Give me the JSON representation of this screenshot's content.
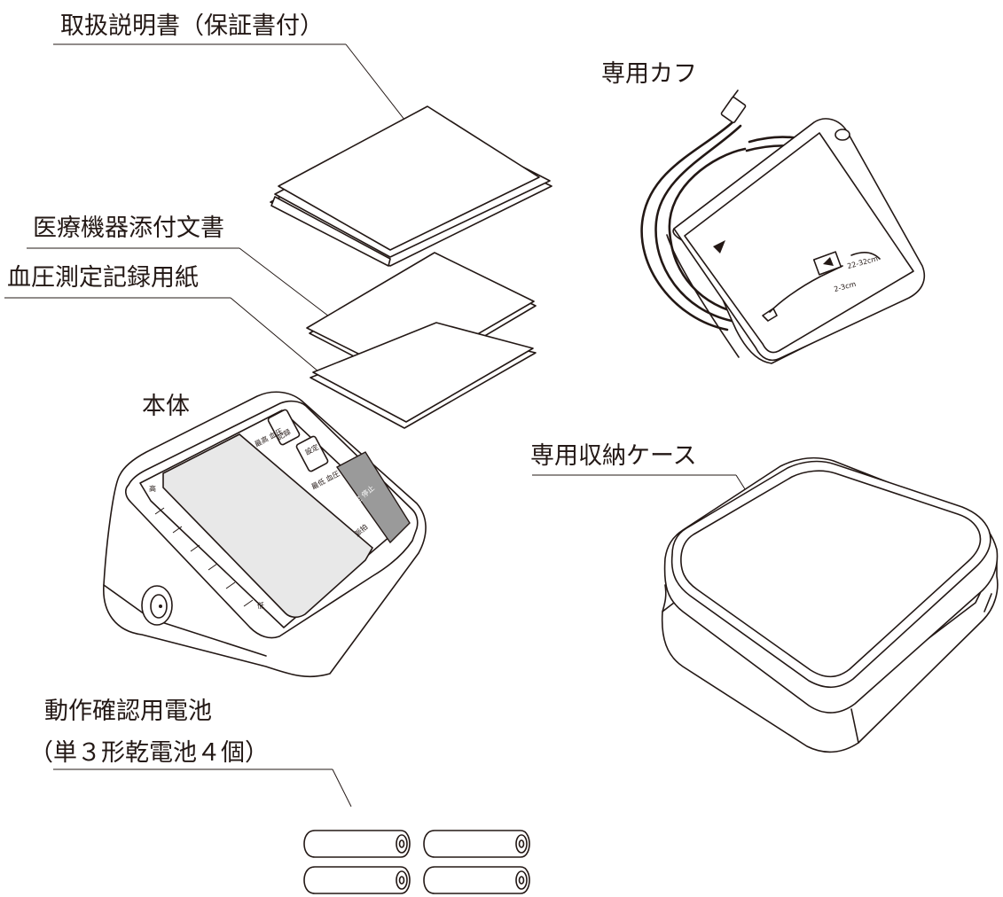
{
  "labels": {
    "manual": "取扱説明書（保証書付）",
    "device_doc": "医療機器添付文書",
    "record_paper": "血圧測定記録用紙",
    "main_unit": "本体",
    "cuff": "専用カフ",
    "case": "専用収納ケース",
    "battery_line1": "動作確認用電池",
    "battery_line2": "（単３形乾電池４個）"
  },
  "monitor": {
    "btn_record": "記録",
    "btn_set": "設定",
    "btn_start_stop": "測定 停止",
    "label_max": "最高 血圧",
    "label_min": "最低 血圧",
    "label_pulse": "脈拍",
    "scale_high": "高",
    "scale_low": "低"
  },
  "cuff_marks": {
    "range": "22-32cm",
    "offset": "2-3cm"
  },
  "colors": {
    "line": "#231815",
    "button_gray": "#9a9a9a",
    "screen_fill": "#e8e8e8"
  }
}
